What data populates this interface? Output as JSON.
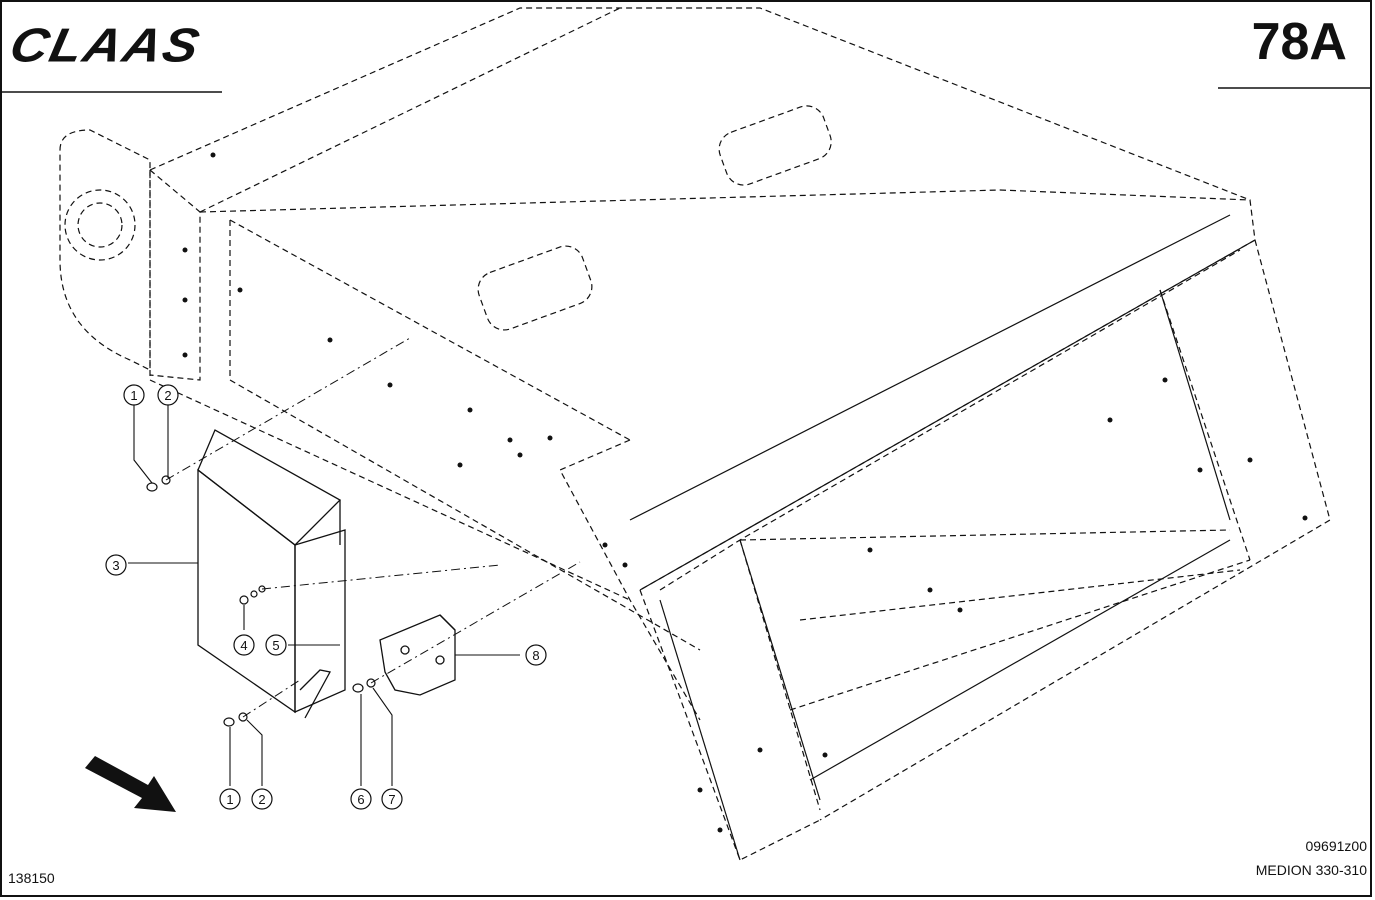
{
  "header": {
    "brand": "CLAAS",
    "page_number": "78A"
  },
  "footer": {
    "ref_code": "09691z00",
    "model": "MEDION 330-310",
    "doc_number": "138150"
  },
  "callouts": [
    {
      "id": "c1a",
      "label": "1"
    },
    {
      "id": "c2a",
      "label": "2"
    },
    {
      "id": "c3",
      "label": "3"
    },
    {
      "id": "c4",
      "label": "4"
    },
    {
      "id": "c5",
      "label": "5"
    },
    {
      "id": "c8",
      "label": "8"
    },
    {
      "id": "c1b",
      "label": "1"
    },
    {
      "id": "c2b",
      "label": "2"
    },
    {
      "id": "c6",
      "label": "6"
    },
    {
      "id": "c7",
      "label": "7"
    }
  ],
  "colors": {
    "ink": "#111111",
    "paper": "#ffffff"
  }
}
